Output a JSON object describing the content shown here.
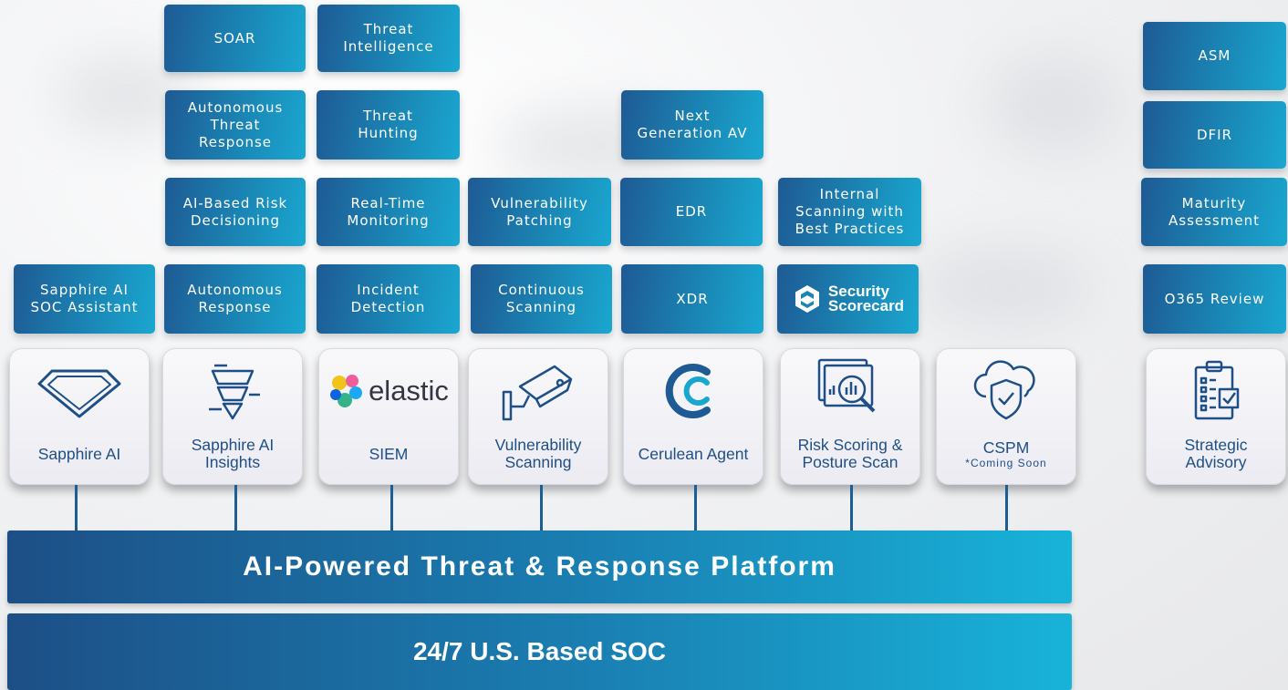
{
  "tiles": {
    "soar": "SOAR",
    "threat_intelligence": "Threat\nIntelligence",
    "autonomous_threat_response": "Autonomous\nThreat\nResponse",
    "threat_hunting": "Threat\nHunting",
    "next_generation_av": "Next\nGeneration AV",
    "ai_based_risk_decisioning": "AI-Based Risk\nDecisioning",
    "real_time_monitoring": "Real-Time\nMonitoring",
    "vulnerability_patching": "Vulnerability\nPatching",
    "edr": "EDR",
    "internal_scanning": "Internal\nScanning with\nBest Practices",
    "sapphire_soc_assistant": "Sapphire AI\nSOC Assistant",
    "autonomous_response": "Autonomous\nResponse",
    "incident_detection": "Incident\nDetection",
    "continuous_scanning": "Continuous\nScanning",
    "xdr": "XDR",
    "security_scorecard": "Security\nScorecard",
    "asm": "ASM",
    "dfir": "DFIR",
    "maturity_assessment": "Maturity\nAssessment",
    "o365_review": "O365 Review"
  },
  "cards": {
    "sapphire_ai": "Sapphire AI",
    "sapphire_ai_insights": "Sapphire AI\nInsights",
    "siem": "SIEM",
    "elastic_logo": "elastic",
    "vulnerability_scanning": "Vulnerability\nScanning",
    "cerulean_agent": "Cerulean Agent",
    "risk_scoring": "Risk Scoring &\nPosture Scan",
    "cspm": "CSPM",
    "cspm_note": "*Coming Soon",
    "strategic_advisory": "Strategic\nAdvisory"
  },
  "platform": {
    "threat_response": "AI-Powered Threat & Response Platform",
    "soc": "24/7 U.S. Based SOC"
  },
  "colors": {
    "tile_start": "#1e5a94",
    "tile_end": "#1aa7d0",
    "card_text": "#1e4f86",
    "connector": "#1c5d92"
  }
}
